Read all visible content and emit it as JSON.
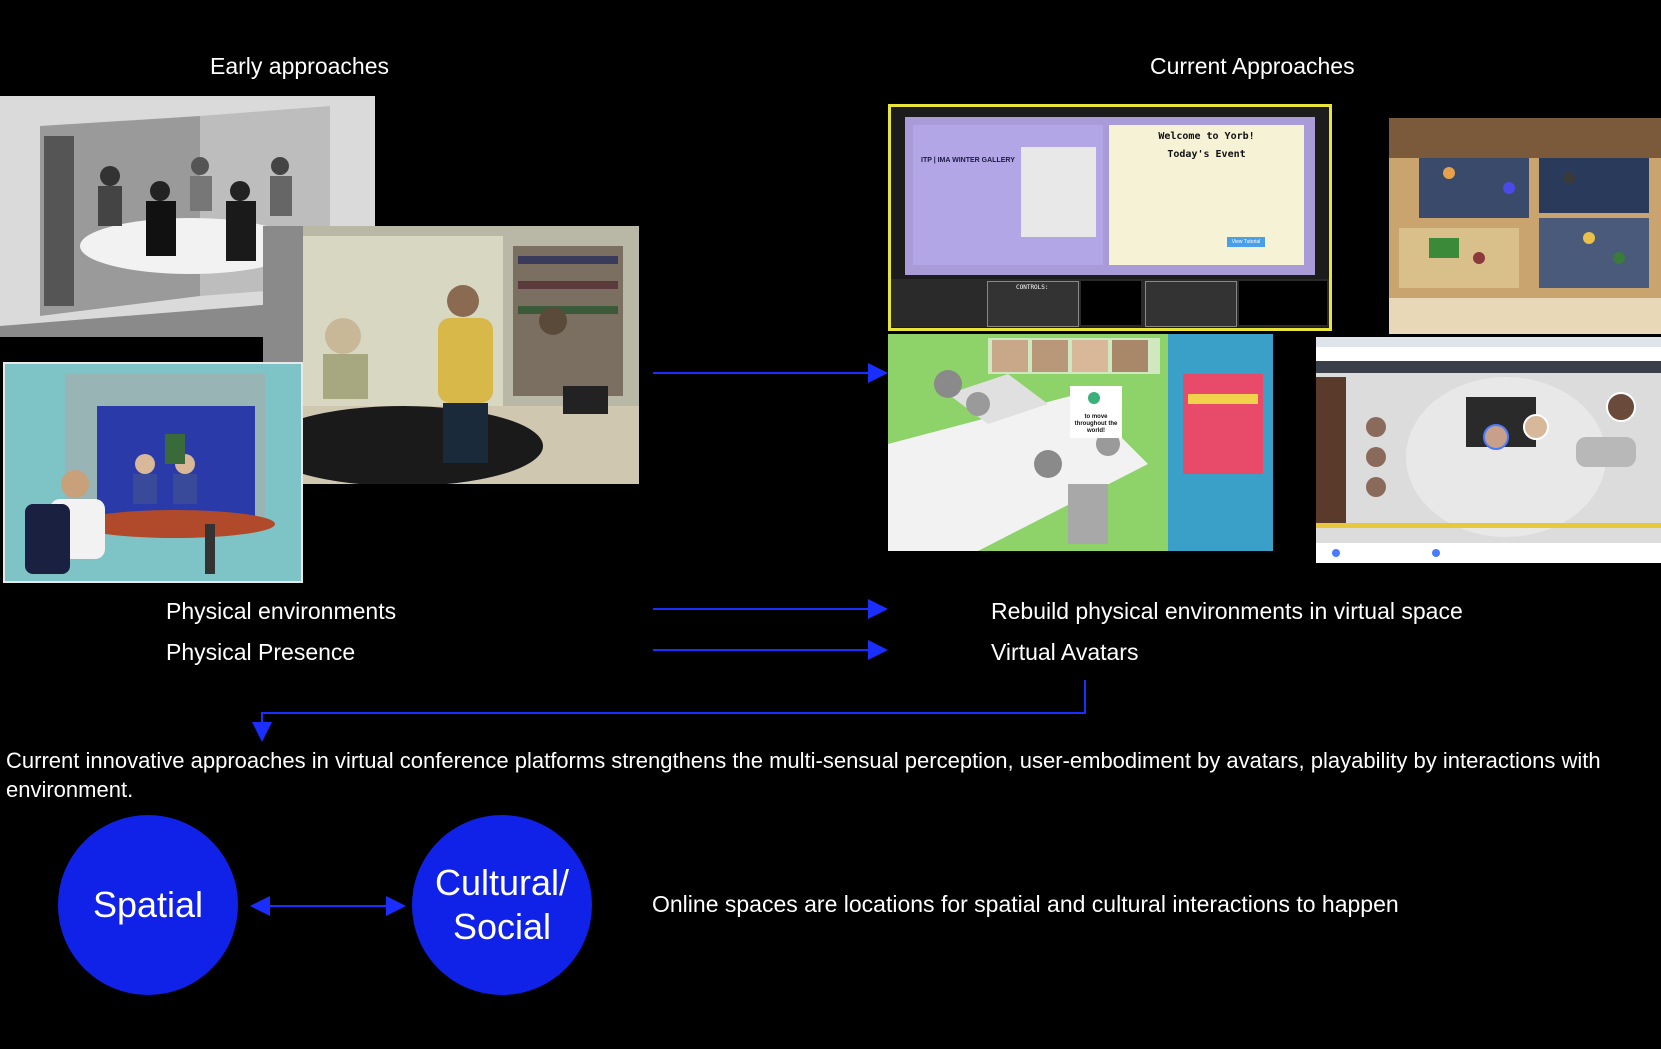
{
  "headings": {
    "early": "Early approaches",
    "current": "Current Approaches"
  },
  "rows": {
    "left_1": "Physical environments",
    "left_2": "Physical Presence",
    "right_1": "Rebuild physical environments in virtual space",
    "right_2": "Virtual Avatars"
  },
  "summary": "Current innovative approaches in virtual conference platforms strengthens the multi-sensual perception, user-embodiment by avatars, playability  by interactions with environment.",
  "circles": {
    "spatial": "Spatial",
    "cultural": "Cultural/ Social"
  },
  "conclusion": "Online spaces are locations for spatial and cultural interactions to happen",
  "yorb": {
    "title_1": "Welcome to Yorb!",
    "title_2": "Today's Event",
    "gallery": "ITP | IMA WINTER GALLERY",
    "controls": "CONTROLS:",
    "button": "View Tutorial",
    "move_hint": "to move throughout the world!"
  },
  "colors": {
    "background": "#000000",
    "accent_blue": "#1122e8",
    "arrow_blue": "#1a2fff",
    "text": "#ffffff"
  }
}
